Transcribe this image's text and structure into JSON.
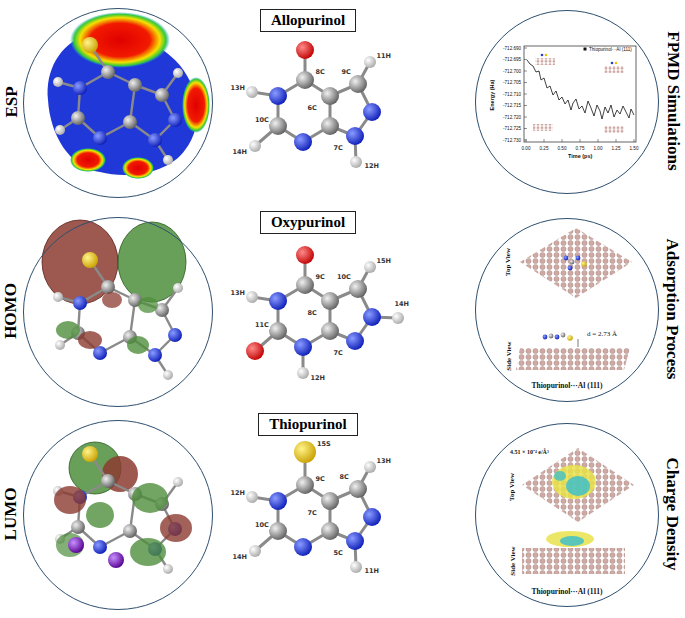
{
  "diagram": {
    "nodes": [
      {
        "text": [
          "ESP"
        ]
      },
      {
        "text": [
          "Allopurinol"
        ]
      },
      {
        "text": [
          "FPMD Simulations"
        ]
      },
      {
        "text": [
          "HOMO"
        ]
      },
      {
        "text": [
          "Oxypurinol"
        ]
      },
      {
        "text": [
          "Adsorption Process"
        ]
      },
      {
        "text": [
          "LUMO"
        ]
      },
      {
        "text": [
          "Thiopurinol"
        ]
      },
      {
        "text": [
          "Charge Density"
        ]
      }
    ],
    "labels": [
      "11H",
      "8C",
      "6C",
      "9C",
      "13H",
      "10C",
      "7C",
      "14H",
      "12H",
      "15H",
      "9C",
      "8C",
      "10C",
      "13H",
      "11C",
      "7C",
      "14H",
      "12H",
      "15S",
      "13H",
      "9C",
      "7C",
      "8C",
      "12H",
      "10C",
      "5C",
      "14H",
      "11H",
      "-712.690",
      "-712.695",
      "-712.700",
      "-712.705",
      "-712.710",
      "-712.715",
      "-712.720",
      "-712.725",
      "-712.730",
      "0.00",
      "0.25",
      "0.50",
      "0.75",
      "1.00",
      "1.25",
      "1.50",
      "Energy (Ha)",
      "Time (ps)",
      "Top View",
      "Side View",
      "d = 2.73 Å",
      "Thiopurinol···Al (111)",
      "4.51 × 10⁻⁴ e/Å³",
      "Top View",
      "Side View",
      "Thiopurinol···Al (111)"
    ],
    "legend": [
      {
        "text": "Thiopurinol···Al (111)"
      }
    ]
  }
}
